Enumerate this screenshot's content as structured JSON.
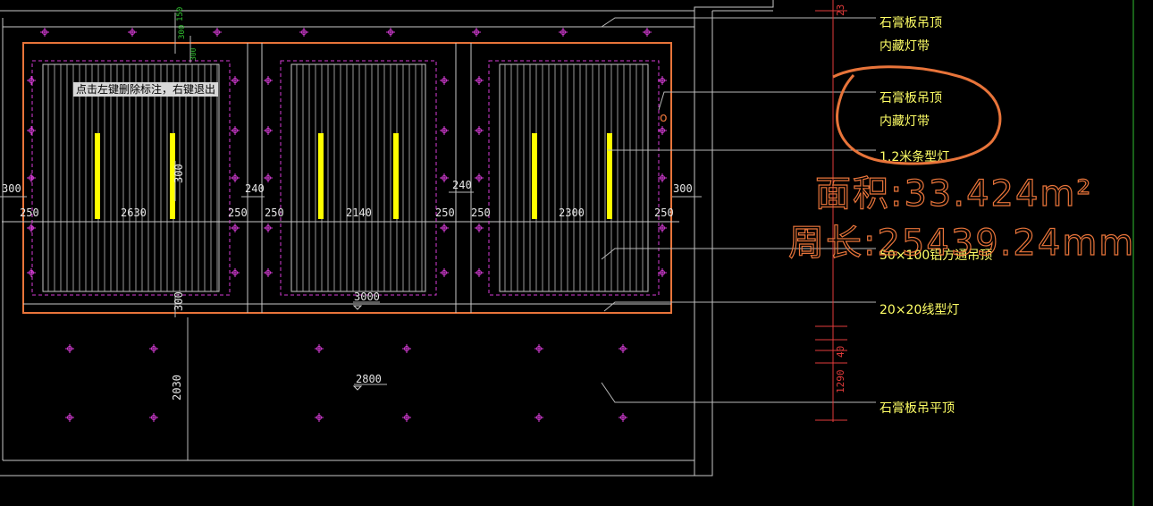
{
  "tooltip": "点击左键删除标注，右键退出",
  "tooltip_shadow": "点击左键删除标注，右键退出",
  "dims": {
    "left_300": "300",
    "right_300": "300",
    "gap_240_a": "240",
    "gap_240_b": "240",
    "panel1_width": "2630",
    "panel2_width": "2140",
    "panel3_width": "2300",
    "offset_250_1": "250",
    "offset_250_2": "250",
    "offset_250_3": "250",
    "offset_250_4": "250",
    "offset_250_5": "250",
    "offset_250_6": "250",
    "total_3000": "3000",
    "lower_2800": "2800",
    "vertical_300_top": "300",
    "vertical_150_top": "150",
    "vertical_300_small": "300",
    "vertical_300_mid": "300",
    "vertical_300_bottom": "300",
    "vertical_2030": "2030",
    "ruler_top": "23",
    "ruler_bottom": "1290",
    "ruler_mid": "40"
  },
  "notes": {
    "n1_line1": "石膏板吊顶",
    "n1_line2": "内藏灯带",
    "n2_line1": "石膏板吊顶",
    "n2_line2": "内藏灯带",
    "n3": "1.2米条型灯",
    "n4": "50×100铝方通吊顶",
    "n5": "20×20线型灯",
    "n6": "石膏板吊平顶"
  },
  "measure": {
    "area": "面积:33.424m²",
    "perimeter": "周长:25439.24mm"
  },
  "colors": {
    "background": "#000000",
    "outline": "#d0d0d0",
    "orange": "#e8743a",
    "magenta": "#d63cd6",
    "yellow": "#ffff00",
    "red_ruler": "#e23b3b",
    "green": "#30c030"
  }
}
